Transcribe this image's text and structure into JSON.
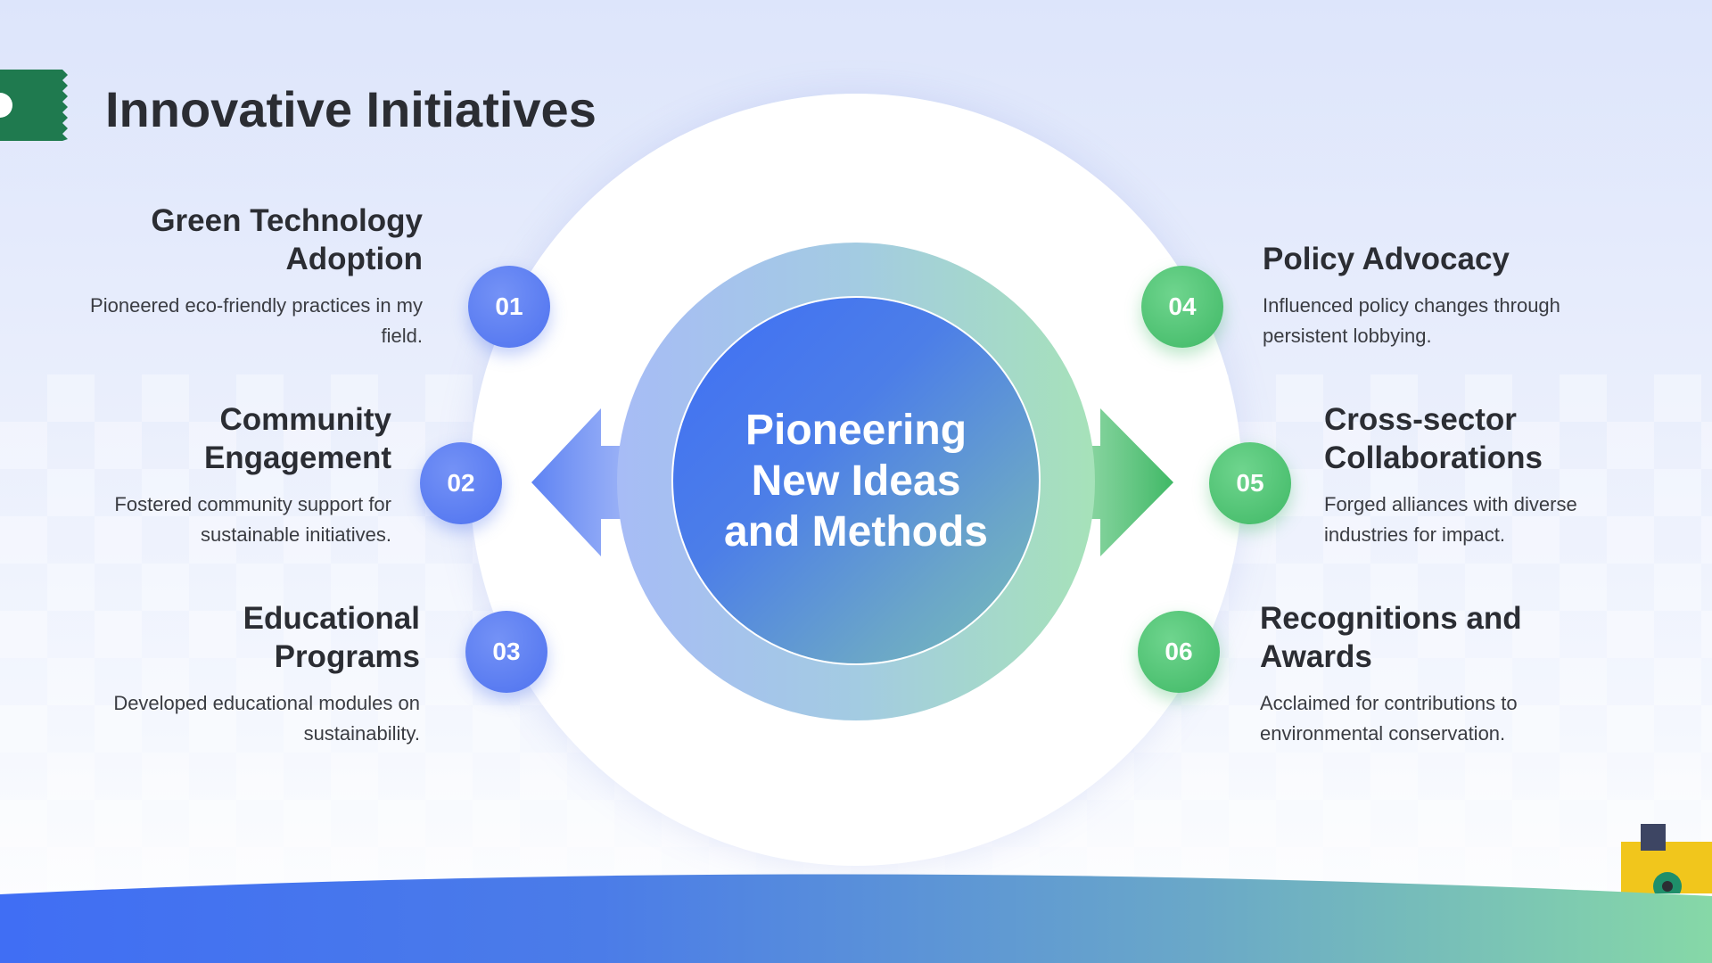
{
  "title": "Innovative Initiatives",
  "center": {
    "text": "Pioneering New Ideas and Methods"
  },
  "colors": {
    "blue": "#4e72ef",
    "green": "#3fb865",
    "title": "#2b2d33",
    "tab": "#1f7a4f",
    "corner": "#f1c61c"
  },
  "items": [
    {
      "number": "01",
      "title": "Green Technology Adoption",
      "description": "Pioneered eco-friendly practices in my field."
    },
    {
      "number": "02",
      "title": "Community Engagement",
      "description": "Fostered community support for sustainable initiatives."
    },
    {
      "number": "03",
      "title": "Educational Programs",
      "description": "Developed educational modules on sustainability."
    },
    {
      "number": "04",
      "title": "Policy Advocacy",
      "description": "Influenced policy changes through persistent lobbying."
    },
    {
      "number": "05",
      "title": "Cross-sector Collaborations",
      "description": "Forged alliances with diverse industries for impact."
    },
    {
      "number": "06",
      "title": "Recognitions and Awards",
      "description": "Acclaimed for contributions to environmental conservation."
    }
  ]
}
